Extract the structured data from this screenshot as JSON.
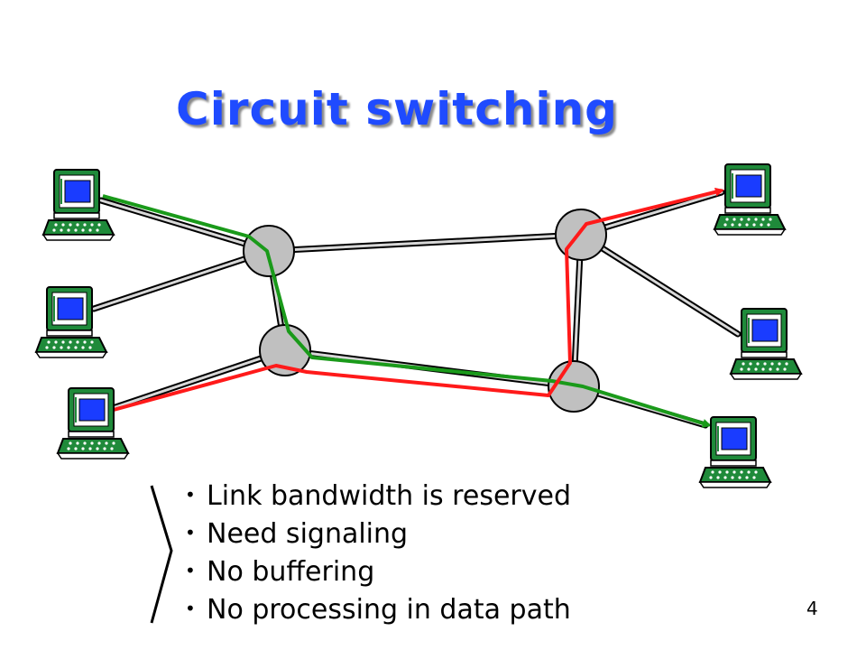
{
  "slide": {
    "title": "Circuit switching",
    "bullets": [
      "Link bandwidth is reserved",
      "Need signaling",
      "No buffering",
      "No processing in data path"
    ],
    "page_number": "4"
  },
  "colors": {
    "title": "#1f4bff",
    "switch_fill": "#c0c0c0",
    "path_red": "#ff1a1a",
    "path_green": "#1a9a1a",
    "screen": "#1a3cff",
    "computer_body": "#1f8a3a"
  },
  "diagram": {
    "hosts": [
      "host-left-1",
      "host-left-2",
      "host-left-3",
      "host-right-1",
      "host-right-2",
      "host-right-3"
    ],
    "switches": [
      "switch-1",
      "switch-2",
      "switch-3",
      "switch-4"
    ],
    "circuits": [
      {
        "color": "green",
        "route": "host-left-1 → switch-1 → switch-2 → switch-4 → host-right-3"
      },
      {
        "color": "red",
        "route": "host-left-3 → switch-2 → switch-4 → switch-3 → host-right-1"
      }
    ]
  }
}
